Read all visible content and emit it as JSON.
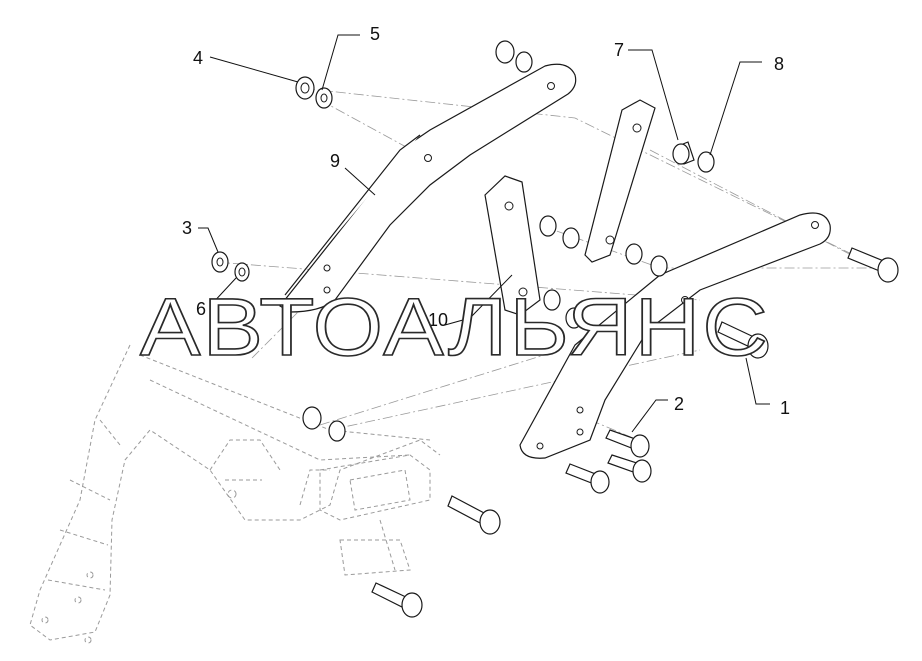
{
  "watermark": "АВТОАЛЬЯНС",
  "callouts": {
    "c1": "1",
    "c2": "2",
    "c3": "3",
    "c4": "4",
    "c5": "5",
    "c6": "6",
    "c7": "7",
    "c8": "8",
    "c9": "9",
    "c10": "10"
  },
  "colors": {
    "line": "#1a1a1a",
    "ghost": "#9a9a9a",
    "background": "#ffffff"
  }
}
